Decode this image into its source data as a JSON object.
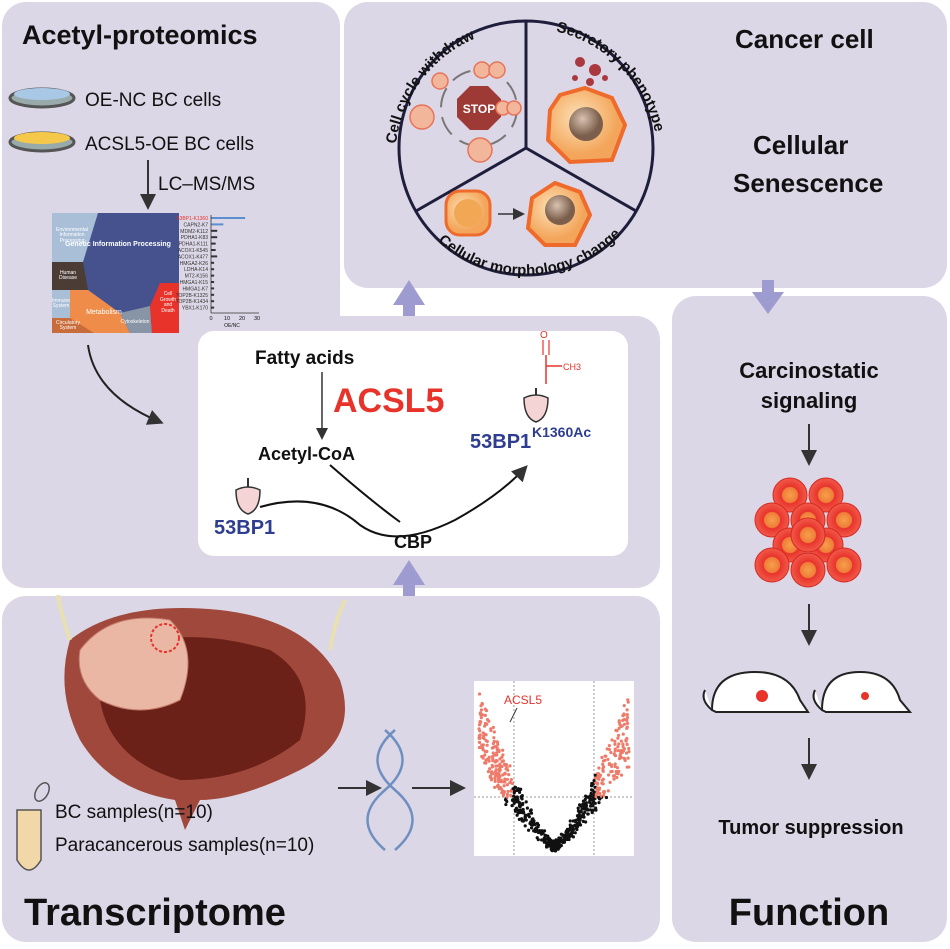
{
  "colors": {
    "panel": "#dcd7e6",
    "flow_arrow": "#9d9bd0",
    "acsl5_red": "#e8332b",
    "protein_blue": "#2e3d8f"
  },
  "acetyl_proteomics": {
    "title": "Acetyl-proteomics",
    "dish1": "OE-NC BC cells",
    "dish2": "ACSL5-OE BC cells",
    "method": "LC–MS/MS",
    "treemap": [
      "Environmental Information Processing",
      "Genetic Information Processing",
      "Human Disease",
      "Immune System",
      "Metabolism",
      "Cell Growth and Death",
      "Circulatory System",
      "Cytoskeleton"
    ],
    "sites": [
      "53BP1-K1360",
      "CAPN2-K7",
      "MDM2-K112",
      "PDHA1-K83",
      "PDHA1-K111",
      "ACOX1-K545",
      "ACOX1-K477",
      "HMGA2-K26",
      "LDHA-K14",
      "MT2-K156",
      "HMGA1-K15",
      "HMGA1-K7",
      "TOP2B-K1325",
      "TOP2B-K1434",
      "YBX1-K170"
    ],
    "axis_ticks": [
      "0",
      "10",
      "20",
      "30"
    ],
    "axis_label": "OE/NC"
  },
  "mechanism": {
    "fatty_acids": "Fatty acids",
    "enzyme": "ACSL5",
    "acetyl_coa": "Acetyl-CoA",
    "protein": "53BP1",
    "modified_protein": "53BP1",
    "site": "K1360Ac",
    "cbp": "CBP",
    "acetyl_group": {
      "o": "O",
      "ch3": "CH3"
    }
  },
  "cancer_cell": {
    "title": "Cancer cell",
    "subtitle_line1": "Cellular",
    "subtitle_line2": "Senescence",
    "segments": [
      "Cell cycle withdraw",
      "Secretory phenotype",
      "Cellular morphology change"
    ],
    "stop": "STOP"
  },
  "function": {
    "signaling_line1": "Carcinostatic",
    "signaling_line2": "signaling",
    "outcome": "Tumor suppression",
    "title": "Function"
  },
  "transcriptome": {
    "title": "Transcriptome",
    "sample1": "BC samples(n=10)",
    "sample2": "Paracancerous samples(n=10)",
    "volcano_label": "ACSL5"
  }
}
